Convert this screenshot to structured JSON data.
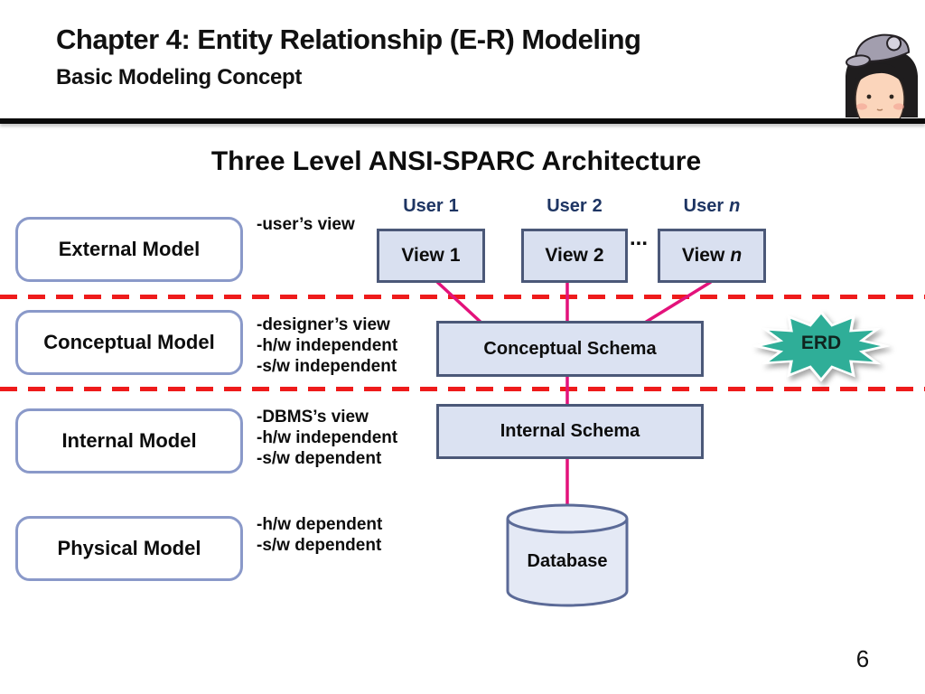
{
  "slide": {
    "header": {
      "title": "Chapter 4: Entity Relationship (E-R) Modeling",
      "subtitle": "Basic Modeling Concept"
    },
    "diagram_title": "Three Level ANSI-SPARC Architecture",
    "page_number": "6"
  },
  "diagram": {
    "users": [
      {
        "name": "User",
        "num": "1"
      },
      {
        "name": "User",
        "num": "2"
      },
      {
        "name": "User",
        "num": "n"
      }
    ],
    "views": [
      {
        "name": "View",
        "num": "1"
      },
      {
        "name": "View",
        "num": "2"
      },
      {
        "name": "View",
        "num": "n"
      }
    ],
    "ellipsis": "...",
    "models": [
      {
        "label": "External Model",
        "notes": [
          "-user’s view"
        ]
      },
      {
        "label": "Conceptual Model",
        "notes": [
          "-designer’s view",
          "-h/w independent",
          "-s/w independent"
        ]
      },
      {
        "label": "Internal Model",
        "notes": [
          "-DBMS’s view",
          "-h/w independent",
          "-s/w dependent"
        ]
      },
      {
        "label": "Physical Model",
        "notes": [
          "-h/w dependent",
          "-s/w dependent"
        ]
      }
    ],
    "schemas": {
      "conceptual": "Conceptual Schema",
      "internal": "Internal Schema"
    },
    "database_label": "Database",
    "erd_label": "ERD"
  },
  "colors": {
    "title_text": "#111111",
    "user_label_navy": "#1e3563",
    "model_border_light": "#8a99c9",
    "schema_border_dark": "#4b5878",
    "schema_fill": "#dbe2f2",
    "red_dashed": "#ee1b1b",
    "connector_pink": "#e3127b",
    "erd_teal": "#2fae98",
    "header_rule": "#000000"
  }
}
